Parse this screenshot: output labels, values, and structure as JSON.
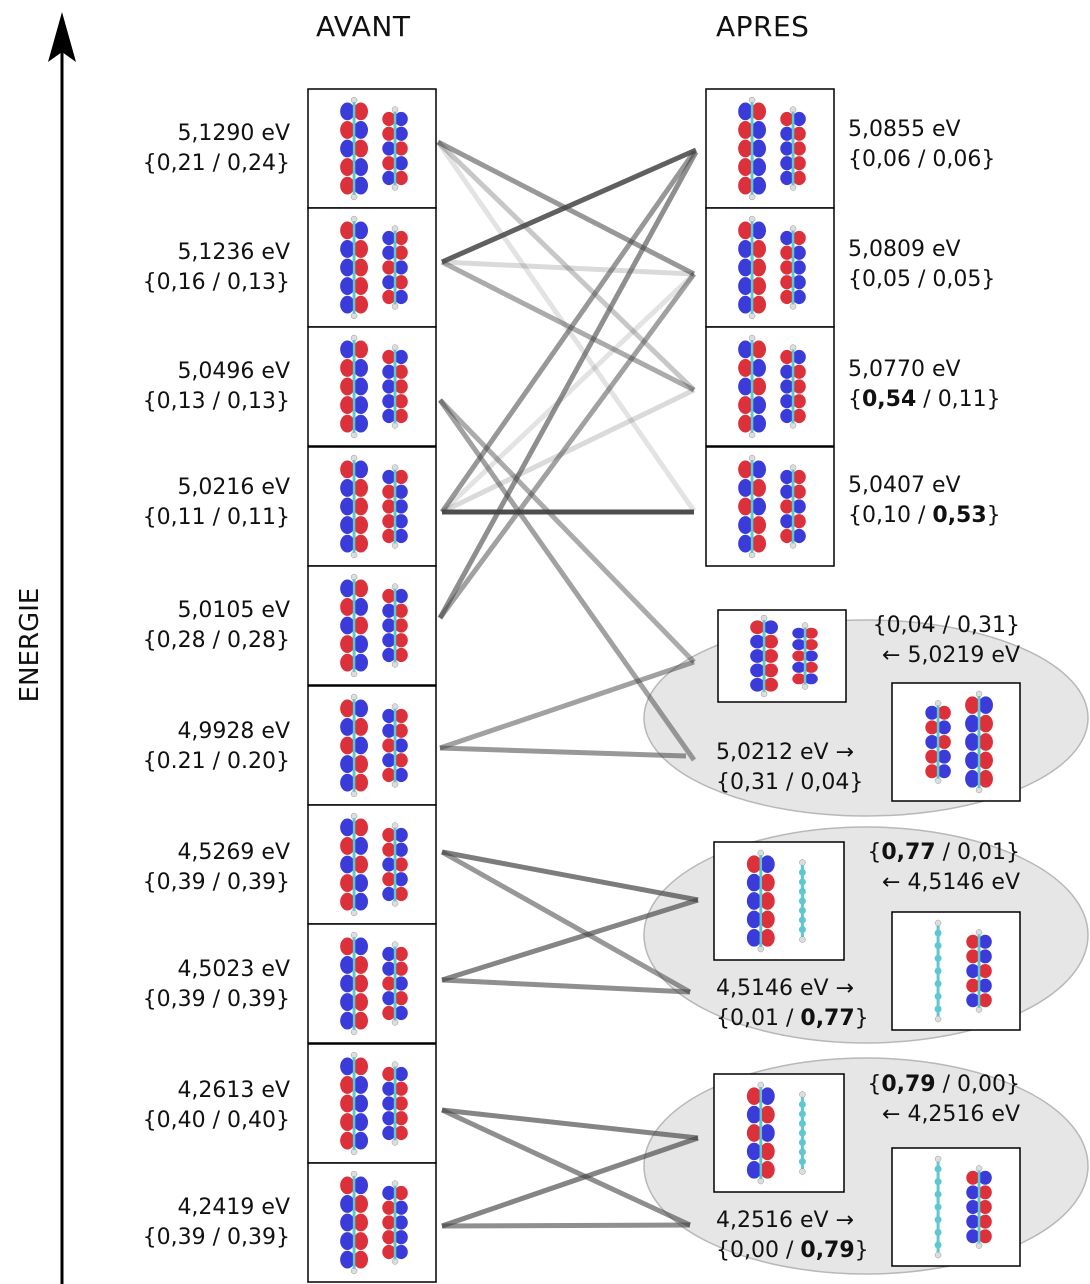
{
  "headers": {
    "before": "AVANT",
    "after": "APRES",
    "axis": "ENERGIE"
  },
  "colors": {
    "positive": "#d9202a",
    "negative": "#2a2ad6",
    "carbon": "#5fc7cf",
    "connector": "#444444",
    "group_fill": "#e6e6e6"
  },
  "before_states": [
    {
      "energy": "5,1290 eV",
      "occ_a": "0,21",
      "occ_b": "0,24"
    },
    {
      "energy": "5,1236 eV",
      "occ_a": "0,16",
      "occ_b": "0,13"
    },
    {
      "energy": "5,0496 eV",
      "occ_a": "0,13",
      "occ_b": "0,13"
    },
    {
      "energy": "5,0216 eV",
      "occ_a": "0,11",
      "occ_b": "0,11"
    },
    {
      "energy": "5,0105 eV",
      "occ_a": "0,28",
      "occ_b": "0,28"
    },
    {
      "energy": "4,9928 eV",
      "occ_a": "0.21",
      "occ_b": "0.20"
    },
    {
      "energy": "4,5269 eV",
      "occ_a": "0,39",
      "occ_b": "0,39"
    },
    {
      "energy": "4,5023 eV",
      "occ_a": "0,39",
      "occ_b": "0,39"
    },
    {
      "energy": "4,2613 eV",
      "occ_a": "0,40",
      "occ_b": "0,40"
    },
    {
      "energy": "4,2419 eV",
      "occ_a": "0,39",
      "occ_b": "0,39"
    }
  ],
  "after_states": [
    {
      "energy": "5,0855 eV",
      "occ_a": "0,06",
      "occ_b": "0,06",
      "bold": ""
    },
    {
      "energy": "5,0809 eV",
      "occ_a": "0,05",
      "occ_b": "0,05",
      "bold": ""
    },
    {
      "energy": "5,0770 eV",
      "occ_a": "0,54",
      "occ_b": "0,11",
      "bold": "a"
    },
    {
      "energy": "5,0407 eV",
      "occ_a": "0,10",
      "occ_b": "0,53",
      "bold": "b"
    }
  ],
  "groups": [
    {
      "top": {
        "energy": "5,0219 eV",
        "occ_a": "0,04",
        "occ_b": "0,31",
        "bold": ""
      },
      "bottom": {
        "energy": "5,0212 eV",
        "occ_a": "0,31",
        "occ_b": "0,04",
        "bold": ""
      }
    },
    {
      "top": {
        "energy": "4,5146 eV",
        "occ_a": "0,77",
        "occ_b": "0,01",
        "bold": "a"
      },
      "bottom": {
        "energy": "4,5146 eV",
        "occ_a": "0,01",
        "occ_b": "0,77",
        "bold": "b"
      }
    },
    {
      "top": {
        "energy": "4,2516 eV",
        "occ_a": "0,79",
        "occ_b": "0,00",
        "bold": "a"
      },
      "bottom": {
        "energy": "4,2516 eV",
        "occ_a": "0,00",
        "occ_b": "0,79",
        "bold": "b"
      }
    }
  ],
  "symbols": {
    "open": "{",
    "sep": " / ",
    "close": "}",
    "arrow_left": "←",
    "arrow_right": "→"
  }
}
